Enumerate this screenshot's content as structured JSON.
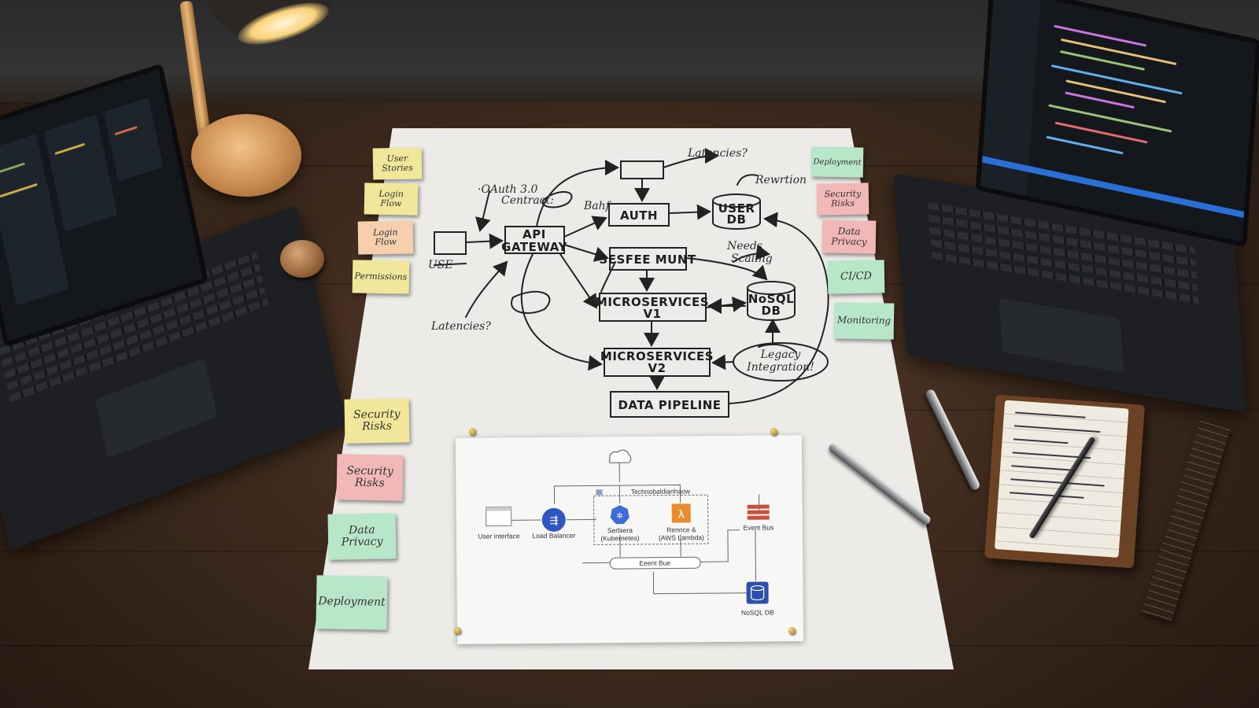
{
  "sticky_left": [
    {
      "text": "User\nStories",
      "color": "yellow"
    },
    {
      "text": "Login\nFlow",
      "color": "yellow"
    },
    {
      "text": "Login\nFlow",
      "color": "peach"
    },
    {
      "text": "Permissions",
      "color": "yellow"
    },
    {
      "text": "Security\nRisks",
      "color": "yellow"
    },
    {
      "text": "Security\nRisks",
      "color": "pink"
    },
    {
      "text": "Data\nPrivacy",
      "color": "green"
    },
    {
      "text": "Deployment",
      "color": "green"
    }
  ],
  "sticky_right": [
    {
      "text": "Deployment",
      "color": "green"
    },
    {
      "text": "Security\nRisks",
      "color": "pink"
    },
    {
      "text": "Data\nPrivacy",
      "color": "pink"
    },
    {
      "text": "CI/CD",
      "color": "green"
    },
    {
      "text": "Monitoring",
      "color": "green"
    }
  ],
  "sketch": {
    "api_gateway": [
      "API",
      "GATEWAY"
    ],
    "auth": "AUTH",
    "user_db": [
      "USER",
      "DB"
    ],
    "service_mgmt": "SESFEE MUNT",
    "microservices_v1": [
      "MICROSERVICES",
      "V1"
    ],
    "microservices_v2": [
      "MICROSERVICES",
      "V2"
    ],
    "nosql_db": [
      "NoSQL",
      "DB"
    ],
    "data_pipeline": "DATA PIPELINE",
    "legacy": [
      "Legacy",
      "Integration!"
    ],
    "user": "USE",
    "oauth": [
      "·OAuth 3.0",
      "Centract:"
    ],
    "latencies_top": "Latencies?",
    "latencies_left": "Latencies?",
    "needs_scaling": [
      "Needs",
      "Scaling"
    ],
    "rewrite": "Rewrtion",
    "auth_note": "Bahf"
  },
  "printout": {
    "user_interface": "User interface",
    "load_balancer": "Load Balancer",
    "kubernetes": [
      "Serbiera",
      "(Kubernetes)"
    ],
    "lambda": [
      "Rennce &",
      "(AWS Lambda)"
    ],
    "event_bus_right": "Event Bus",
    "event_bus_center": "Eeent Bue",
    "nosql": "NoSQL DB",
    "group_label": "Technobaldianhaow"
  },
  "colors": {
    "paper": "#ecebe7",
    "lb_blue": "#2f57c4",
    "k8s_blue": "#3f6bd6",
    "lambda_orange": "#e98b2e",
    "bus_red": "#c9503c",
    "db_blue": "#2e4fae"
  }
}
